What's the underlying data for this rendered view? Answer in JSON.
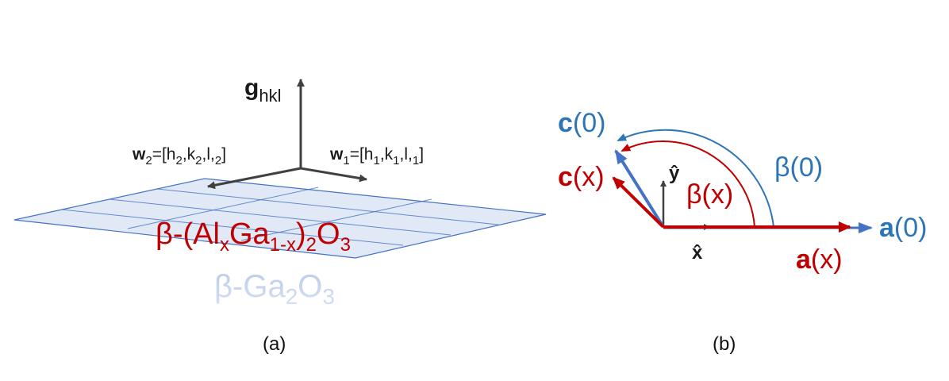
{
  "colors": {
    "red": "#c00000",
    "blue": "#2e75b6",
    "plane_fill": "#dae3f3",
    "plane_line": "#4472c4",
    "pale_text": "#b4c7e7",
    "dark": "#404040"
  },
  "panel_a": {
    "label": "(a)",
    "g_vector": {
      "symbol": "g",
      "sub": "hkl"
    },
    "w1": {
      "symbol": "w",
      "idx": "1",
      "eq": "=[h",
      "h_sub": "1",
      "k": ",k",
      "k_sub": "1",
      "l": ",l,",
      "l_sub": "1",
      "close": "]"
    },
    "w2": {
      "symbol": "w",
      "idx": "2",
      "eq": "=[h",
      "h_sub": "2",
      "k": ",k",
      "k_sub": "2",
      "l": ",l,",
      "l_sub": "2",
      "close": "]"
    },
    "alloy": {
      "prefix": "β-(Al",
      "x": "x",
      "ga": "Ga",
      "one_minus_x": "1-x",
      "paren": ")",
      "two": "2",
      "o": "O",
      "three": "3"
    },
    "substrate": {
      "prefix": "β-Ga",
      "two": "2",
      "o": "O",
      "three": "3"
    }
  },
  "panel_b": {
    "label": "(b)",
    "c0": {
      "vec": "c",
      "arg": "(0)"
    },
    "cx": {
      "vec": "c",
      "arg": "(x)"
    },
    "a0": {
      "vec": "a",
      "arg": "(0)"
    },
    "ax": {
      "vec": "a",
      "arg": "(x)"
    },
    "beta0": "β(0)",
    "betax": "β(x)",
    "xhat": "x̂",
    "yhat": "ŷ"
  }
}
